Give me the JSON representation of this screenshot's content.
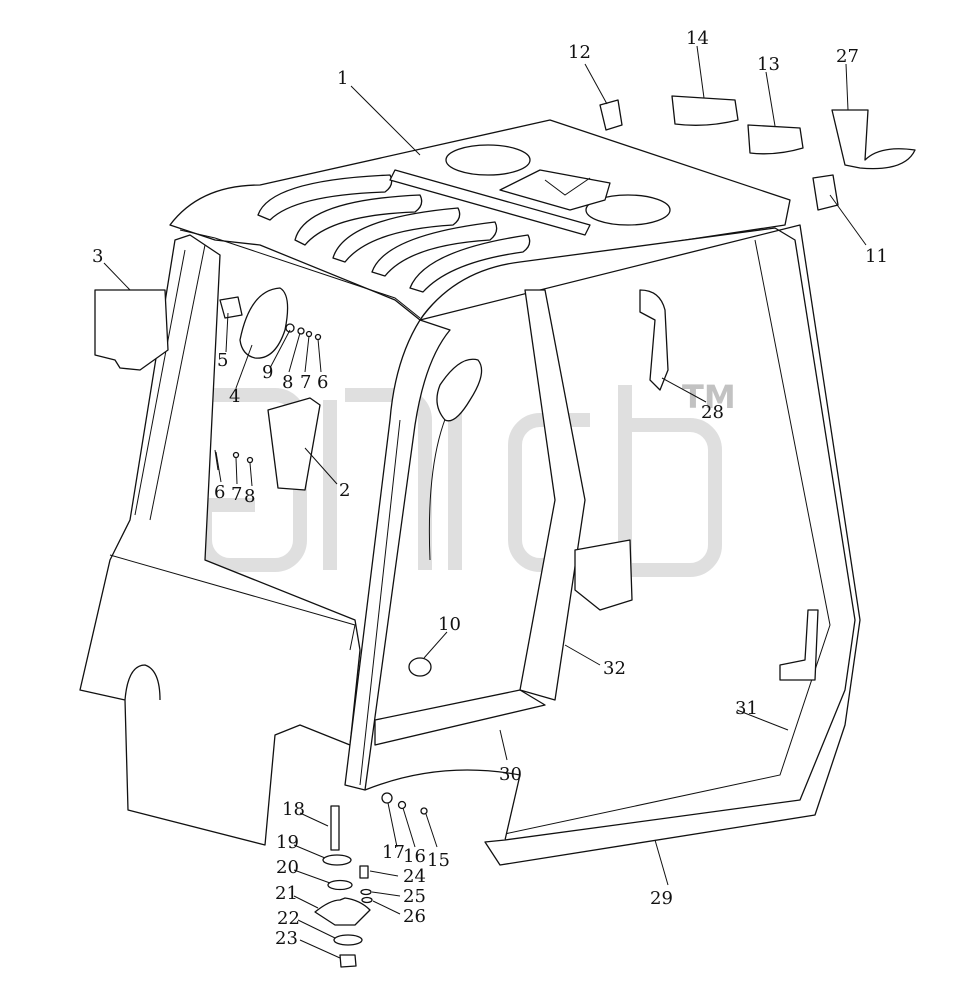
{
  "watermark": {
    "tm_mark": "TM",
    "color": "#b9b9b9"
  },
  "callouts": [
    {
      "id": "c1",
      "text": "1"
    },
    {
      "id": "c2",
      "text": "2"
    },
    {
      "id": "c3",
      "text": "3"
    },
    {
      "id": "c4",
      "text": "4"
    },
    {
      "id": "c5",
      "text": "5"
    },
    {
      "id": "c6a",
      "text": "6"
    },
    {
      "id": "c6b",
      "text": "6"
    },
    {
      "id": "c7a",
      "text": "7"
    },
    {
      "id": "c7b",
      "text": "7"
    },
    {
      "id": "c8a",
      "text": "8"
    },
    {
      "id": "c8b",
      "text": "8"
    },
    {
      "id": "c9",
      "text": "9"
    },
    {
      "id": "c10",
      "text": "10"
    },
    {
      "id": "c11",
      "text": "11"
    },
    {
      "id": "c12",
      "text": "12"
    },
    {
      "id": "c13",
      "text": "13"
    },
    {
      "id": "c14",
      "text": "14"
    },
    {
      "id": "c15",
      "text": "15"
    },
    {
      "id": "c16",
      "text": "16"
    },
    {
      "id": "c17",
      "text": "17"
    },
    {
      "id": "c18",
      "text": "18"
    },
    {
      "id": "c19",
      "text": "19"
    },
    {
      "id": "c20",
      "text": "20"
    },
    {
      "id": "c21",
      "text": "21"
    },
    {
      "id": "c22",
      "text": "22"
    },
    {
      "id": "c23",
      "text": "23"
    },
    {
      "id": "c24",
      "text": "24"
    },
    {
      "id": "c25",
      "text": "25"
    },
    {
      "id": "c26",
      "text": "26"
    },
    {
      "id": "c27",
      "text": "27"
    },
    {
      "id": "c28",
      "text": "28"
    },
    {
      "id": "c29",
      "text": "29"
    },
    {
      "id": "c30",
      "text": "30"
    },
    {
      "id": "c31",
      "text": "31"
    },
    {
      "id": "c32",
      "text": "32"
    }
  ]
}
